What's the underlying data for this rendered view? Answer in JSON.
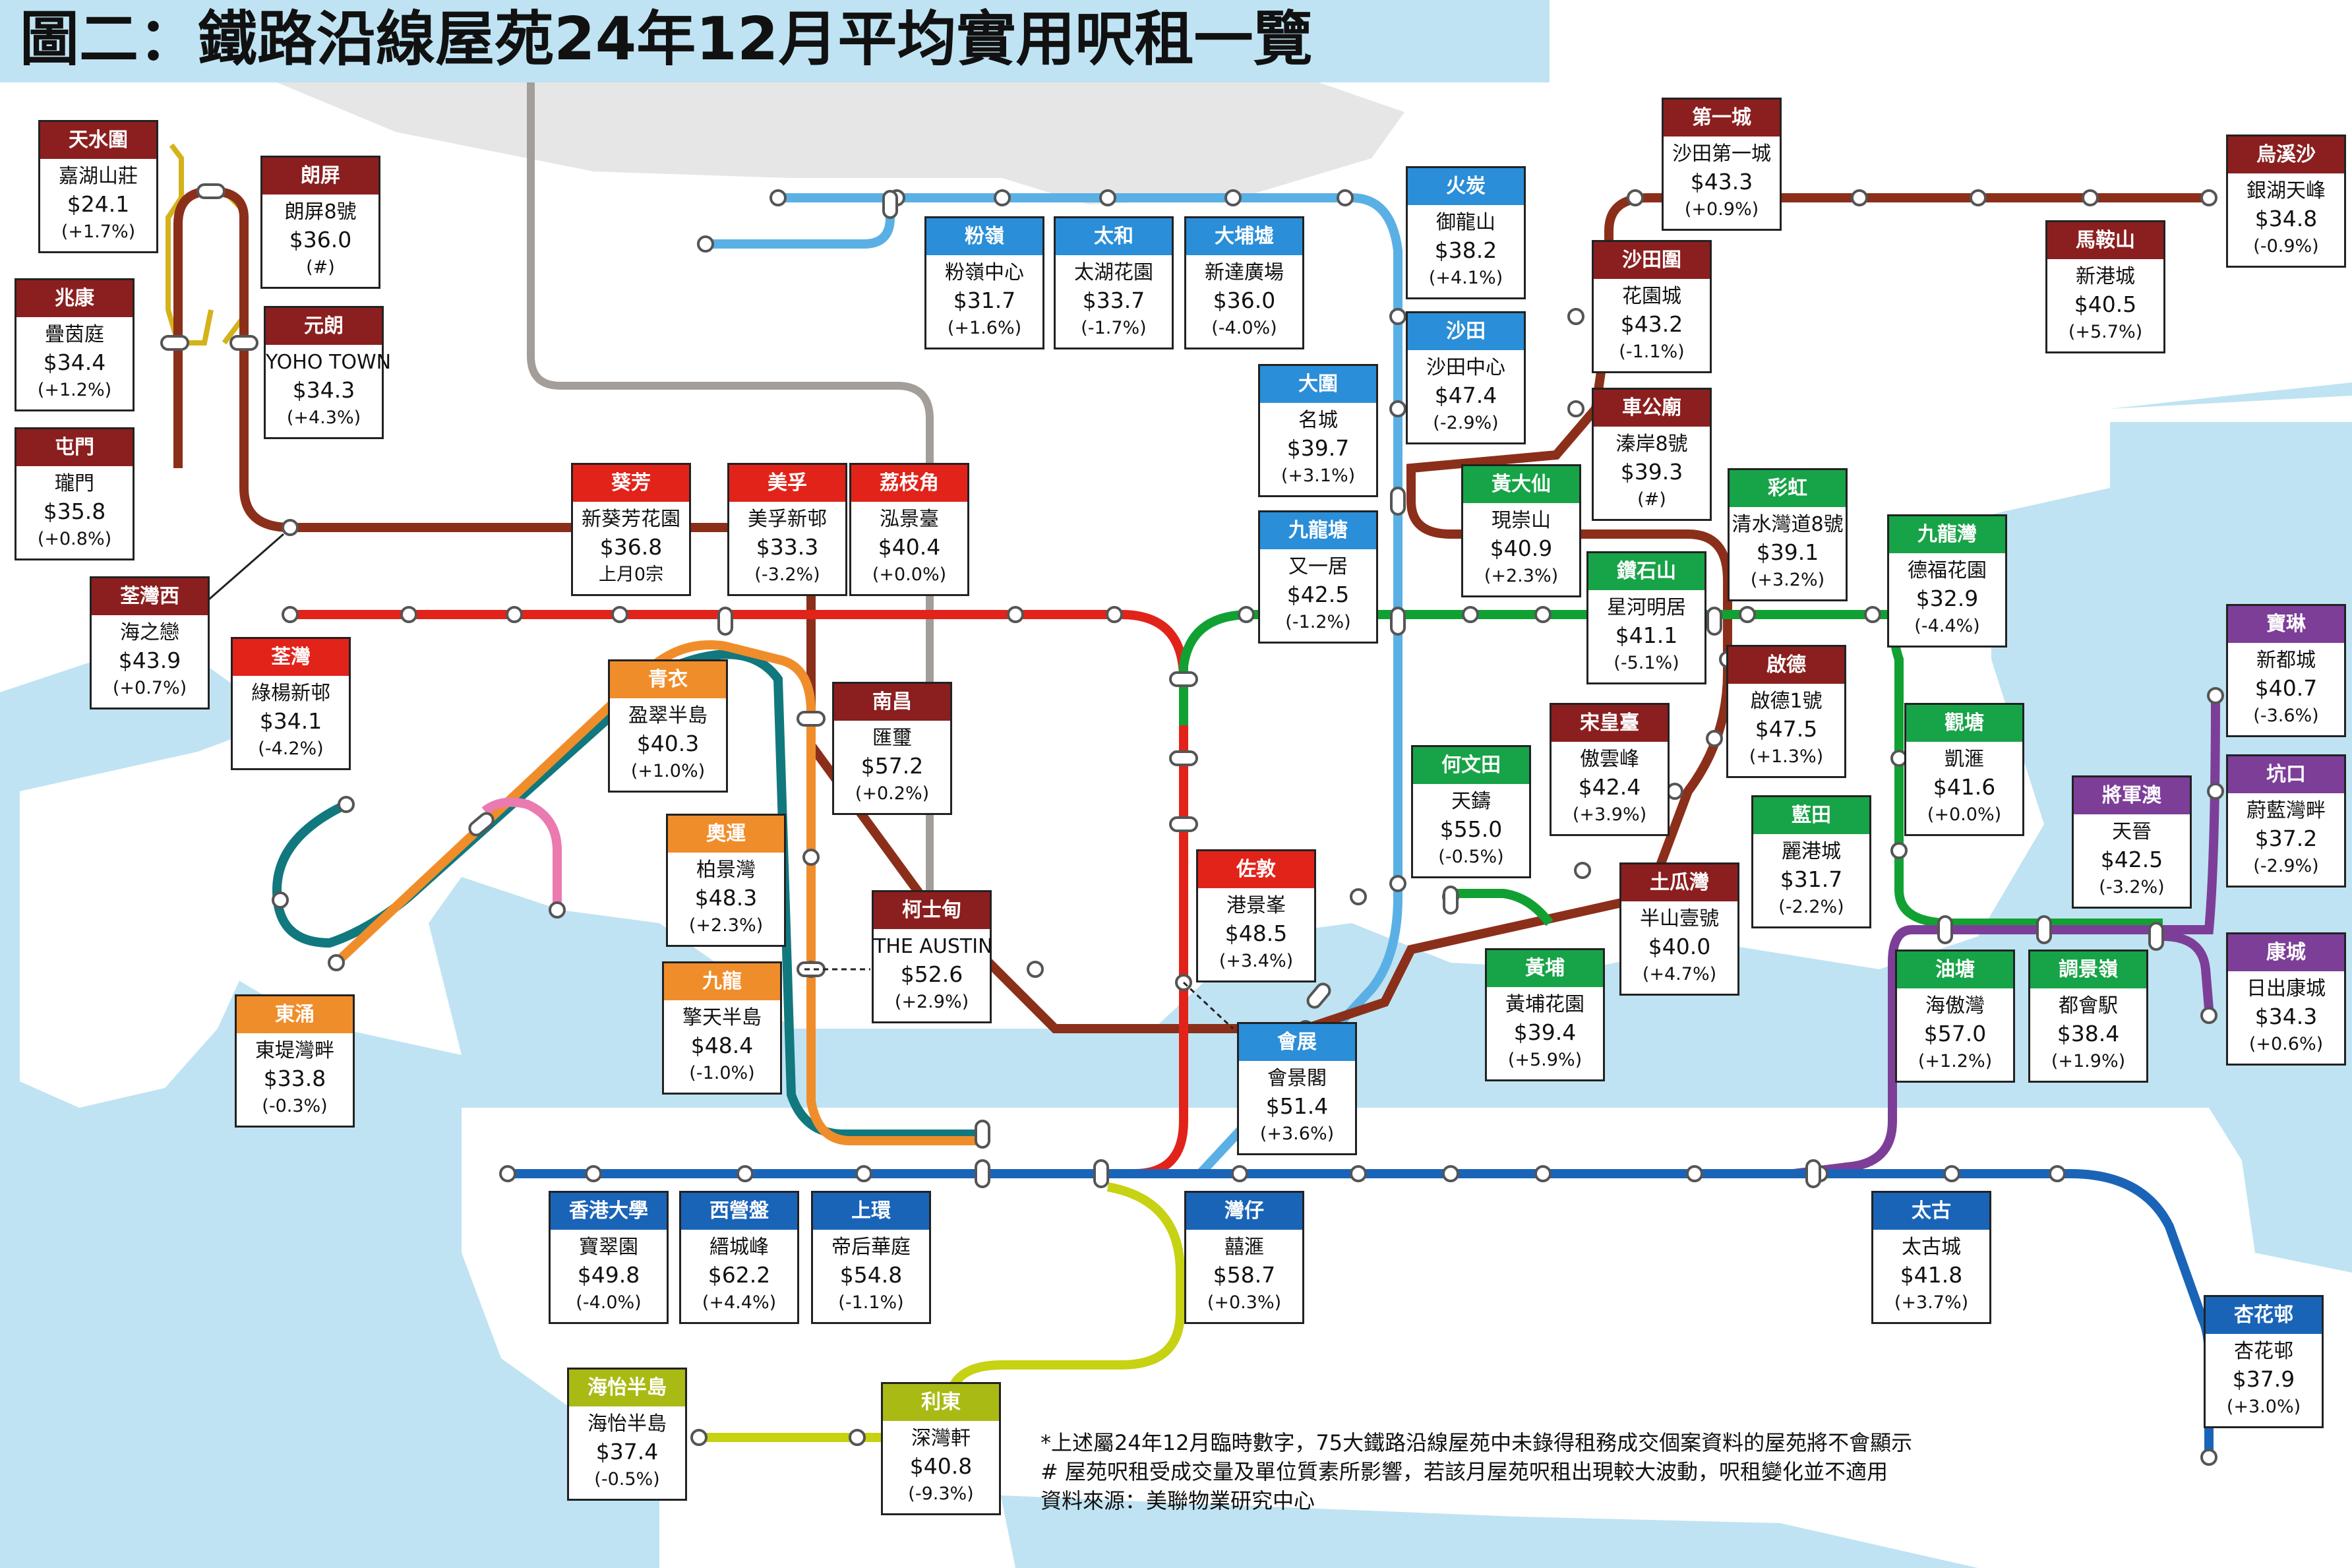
{
  "title": "圖二：鐵路沿線屋苑24年12月平均實用呎租一覽",
  "colors": {
    "water": "#bfe3f2",
    "land": "#ffffff",
    "unmapped": "#e8e8e8",
    "tuen_ma": "#8b2f1a",
    "east_rail": "#5ab0e5",
    "tsuen_wan": "#e2231a",
    "tung_chung": "#f08d2b",
    "airport_express": "#11787e",
    "disney": "#ea7ab0",
    "island": "#1a64b8",
    "south_island": "#c6d212",
    "kwun_tong": "#11a133",
    "tseung_kwan_o": "#7d3e98",
    "closed": "#a39e99",
    "light_rail": "#d4b21a"
  },
  "legend_colors": {
    "tuen_ma": "#8b1f1f",
    "tsuen_wan": "#e2231a",
    "east_rail": "#2a8ed8",
    "tung_chung": "#f08d2b",
    "island": "#1a64b8",
    "south_island": "#a9ba14",
    "kwun_tong": "#17a347",
    "tseung_kwan_o": "#7d3e98"
  },
  "stations": [
    {
      "name": "天水圍",
      "estate": "嘉湖山莊",
      "rent": "$24.1",
      "change": "(+1.7%)",
      "line": "tuen_ma"
    },
    {
      "name": "朗屏",
      "estate": "朗屏8號",
      "rent": "$36.0",
      "change": "(#)",
      "line": "tuen_ma"
    },
    {
      "name": "兆康",
      "estate": "疊茵庭",
      "rent": "$34.4",
      "change": "(+1.2%)",
      "line": "tuen_ma"
    },
    {
      "name": "元朗",
      "estate": "YOHO TOWN",
      "rent": "$34.3",
      "change": "(+4.3%)",
      "line": "tuen_ma"
    },
    {
      "name": "屯門",
      "estate": "瓏門",
      "rent": "$35.8",
      "change": "(+0.8%)",
      "line": "tuen_ma"
    },
    {
      "name": "荃灣西",
      "estate": "海之戀",
      "rent": "$43.9",
      "change": "(+0.7%)",
      "line": "tuen_ma"
    },
    {
      "name": "葵芳",
      "estate": "新葵芳花園",
      "rent": "$36.8",
      "change": "上月0宗",
      "line": "tsuen_wan"
    },
    {
      "name": "美孚",
      "estate": "美孚新邨",
      "rent": "$33.3",
      "change": "(-3.2%)",
      "line": "tsuen_wan"
    },
    {
      "name": "荔枝角",
      "estate": "泓景臺",
      "rent": "$40.4",
      "change": "(+0.0%)",
      "line": "tsuen_wan"
    },
    {
      "name": "荃灣",
      "estate": "綠楊新邨",
      "rent": "$34.1",
      "change": "(-4.2%)",
      "line": "tsuen_wan"
    },
    {
      "name": "青衣",
      "estate": "盈翠半島",
      "rent": "$40.3",
      "change": "(+1.0%)",
      "line": "tung_chung"
    },
    {
      "name": "南昌",
      "estate": "匯璽",
      "rent": "$57.2",
      "change": "(+0.2%)",
      "line": "tuen_ma"
    },
    {
      "name": "奧運",
      "estate": "柏景灣",
      "rent": "$48.3",
      "change": "(+2.3%)",
      "line": "tung_chung"
    },
    {
      "name": "柯士甸",
      "estate": "THE AUSTIN",
      "rent": "$52.6",
      "change": "(+2.9%)",
      "line": "tuen_ma"
    },
    {
      "name": "九龍",
      "estate": "擎天半島",
      "rent": "$48.4",
      "change": "(-1.0%)",
      "line": "tung_chung"
    },
    {
      "name": "東涌",
      "estate": "東堤灣畔",
      "rent": "$33.8",
      "change": "(-0.3%)",
      "line": "tung_chung"
    },
    {
      "name": "粉嶺",
      "estate": "粉嶺中心",
      "rent": "$31.7",
      "change": "(+1.6%)",
      "line": "east_rail"
    },
    {
      "name": "太和",
      "estate": "太湖花園",
      "rent": "$33.7",
      "change": "(-1.7%)",
      "line": "east_rail"
    },
    {
      "name": "大埔墟",
      "estate": "新達廣場",
      "rent": "$36.0",
      "change": "(-4.0%)",
      "line": "east_rail"
    },
    {
      "name": "火炭",
      "estate": "御龍山",
      "rent": "$38.2",
      "change": "(+4.1%)",
      "line": "east_rail"
    },
    {
      "name": "沙田",
      "estate": "沙田中心",
      "rent": "$47.4",
      "change": "(-2.9%)",
      "line": "east_rail"
    },
    {
      "name": "大圍",
      "estate": "名城",
      "rent": "$39.7",
      "change": "(+3.1%)",
      "line": "east_rail"
    },
    {
      "name": "九龍塘",
      "estate": "又一居",
      "rent": "$42.5",
      "change": "(-1.2%)",
      "line": "east_rail"
    },
    {
      "name": "第一城",
      "estate": "沙田第一城",
      "rent": "$43.3",
      "change": "(+0.9%)",
      "line": "tuen_ma"
    },
    {
      "name": "沙田圍",
      "estate": "花園城",
      "rent": "$43.2",
      "change": "(-1.1%)",
      "line": "tuen_ma"
    },
    {
      "name": "車公廟",
      "estate": "溱岸8號",
      "rent": "$39.3",
      "change": "(#)",
      "line": "tuen_ma"
    },
    {
      "name": "烏溪沙",
      "estate": "銀湖天峰",
      "rent": "$34.8",
      "change": "(-0.9%)",
      "line": "tuen_ma"
    },
    {
      "name": "馬鞍山",
      "estate": "新港城",
      "rent": "$40.5",
      "change": "(+5.7%)",
      "line": "tuen_ma"
    },
    {
      "name": "黃大仙",
      "estate": "現崇山",
      "rent": "$40.9",
      "change": "(+2.3%)",
      "line": "kwun_tong"
    },
    {
      "name": "鑽石山",
      "estate": "星河明居",
      "rent": "$41.1",
      "change": "(-5.1%)",
      "line": "kwun_tong"
    },
    {
      "name": "彩虹",
      "estate": "清水灣道8號",
      "rent": "$39.1",
      "change": "(+3.2%)",
      "line": "kwun_tong"
    },
    {
      "name": "九龍灣",
      "estate": "德福花園",
      "rent": "$32.9",
      "change": "(-4.4%)",
      "line": "kwun_tong"
    },
    {
      "name": "啟德",
      "estate": "啟德1號",
      "rent": "$47.5",
      "change": "(+1.3%)",
      "line": "tuen_ma"
    },
    {
      "name": "宋皇臺",
      "estate": "傲雲峰",
      "rent": "$42.4",
      "change": "(+3.9%)",
      "line": "tuen_ma"
    },
    {
      "name": "何文田",
      "estate": "天鑄",
      "rent": "$55.0",
      "change": "(-0.5%)",
      "line": "kwun_tong"
    },
    {
      "name": "觀塘",
      "estate": "凱滙",
      "rent": "$41.6",
      "change": "(+0.0%)",
      "line": "kwun_tong"
    },
    {
      "name": "藍田",
      "estate": "麗港城",
      "rent": "$31.7",
      "change": "(-2.2%)",
      "line": "kwun_tong"
    },
    {
      "name": "佐敦",
      "estate": "港景峯",
      "rent": "$48.5",
      "change": "(+3.4%)",
      "line": "tsuen_wan"
    },
    {
      "name": "土瓜灣",
      "estate": "半山壹號",
      "rent": "$40.0",
      "change": "(+4.7%)",
      "line": "tuen_ma"
    },
    {
      "name": "黃埔",
      "estate": "黃埔花園",
      "rent": "$39.4",
      "change": "(+5.9%)",
      "line": "kwun_tong"
    },
    {
      "name": "會展",
      "estate": "會景閣",
      "rent": "$51.4",
      "change": "(+3.6%)",
      "line": "east_rail"
    },
    {
      "name": "寶琳",
      "estate": "新都城",
      "rent": "$40.7",
      "change": "(-3.6%)",
      "line": "tseung_kwan_o"
    },
    {
      "name": "坑口",
      "estate": "蔚藍灣畔",
      "rent": "$37.2",
      "change": "(-2.9%)",
      "line": "tseung_kwan_o"
    },
    {
      "name": "將軍澳",
      "estate": "天晉",
      "rent": "$42.5",
      "change": "(-3.2%)",
      "line": "tseung_kwan_o"
    },
    {
      "name": "康城",
      "estate": "日出康城",
      "rent": "$34.3",
      "change": "(+0.6%)",
      "line": "tseung_kwan_o"
    },
    {
      "name": "油塘",
      "estate": "海傲灣",
      "rent": "$57.0",
      "change": "(+1.2%)",
      "line": "kwun_tong"
    },
    {
      "name": "調景嶺",
      "estate": "都會駅",
      "rent": "$38.4",
      "change": "(+1.9%)",
      "line": "kwun_tong"
    },
    {
      "name": "香港大學",
      "estate": "寶翠園",
      "rent": "$49.8",
      "change": "(-4.0%)",
      "line": "island"
    },
    {
      "name": "西營盤",
      "estate": "縉城峰",
      "rent": "$62.2",
      "change": "(+4.4%)",
      "line": "island"
    },
    {
      "name": "上環",
      "estate": "帝后華庭",
      "rent": "$54.8",
      "change": "(-1.1%)",
      "line": "island"
    },
    {
      "name": "灣仔",
      "estate": "囍滙",
      "rent": "$58.7",
      "change": "(+0.3%)",
      "line": "island"
    },
    {
      "name": "太古",
      "estate": "太古城",
      "rent": "$41.8",
      "change": "(+3.7%)",
      "line": "island"
    },
    {
      "name": "杏花邨",
      "estate": "杏花邨",
      "rent": "$37.9",
      "change": "(+3.0%)",
      "line": "island"
    },
    {
      "name": "海怡半島",
      "estate": "海怡半島",
      "rent": "$37.4",
      "change": "(-0.5%)",
      "line": "south_island"
    },
    {
      "name": "利東",
      "estate": "深灣軒",
      "rent": "$40.8",
      "change": "(-9.3%)",
      "line": "south_island"
    }
  ],
  "notes": [
    "*上述屬24年12月臨時數字，75大鐵路沿線屋苑中未錄得租務成交個案資料的屋苑將不會顯示",
    "# 屋苑呎租受成交量及單位質素所影響，若該月屋苑呎租出現較大波動，呎租變化並不適用",
    "資料來源：美聯物業研究中心"
  ]
}
